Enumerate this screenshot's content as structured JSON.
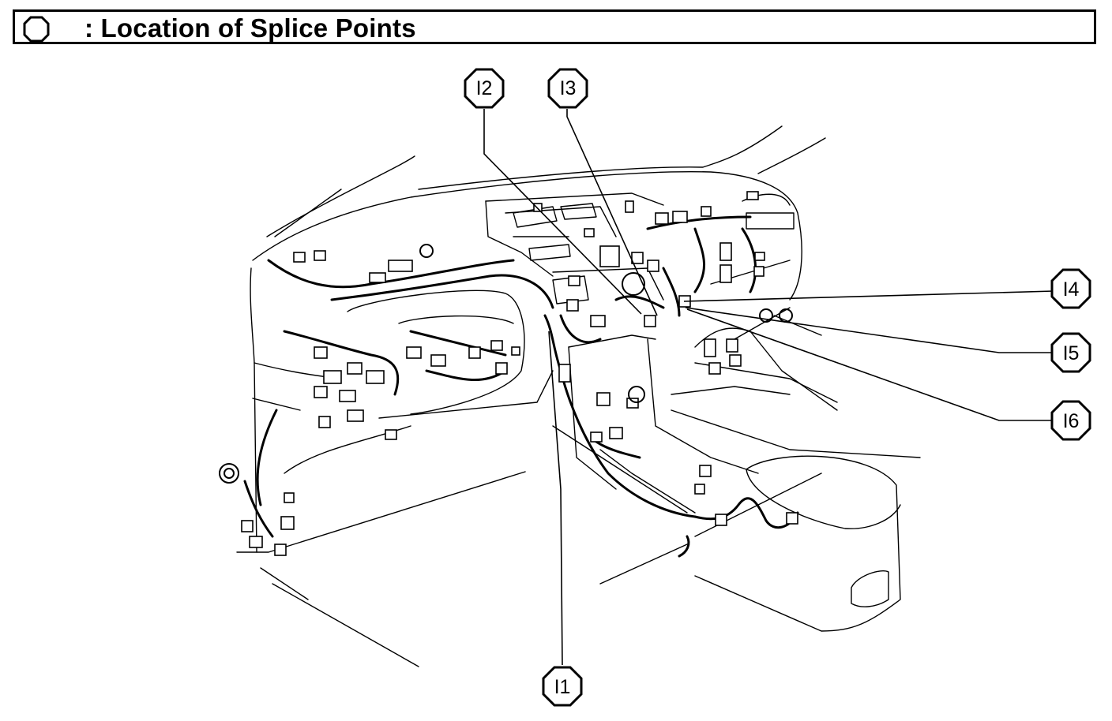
{
  "header": {
    "title": ": Location of Splice Points",
    "legend_icon": "octagon-icon"
  },
  "splice_points": [
    {
      "id": "i1",
      "label": "I1"
    },
    {
      "id": "i2",
      "label": "I2"
    },
    {
      "id": "i3",
      "label": "I3"
    },
    {
      "id": "i4",
      "label": "I4"
    },
    {
      "id": "i5",
      "label": "I5"
    },
    {
      "id": "i6",
      "label": "I6"
    }
  ],
  "colors": {
    "line": "#000000",
    "background": "#ffffff"
  }
}
